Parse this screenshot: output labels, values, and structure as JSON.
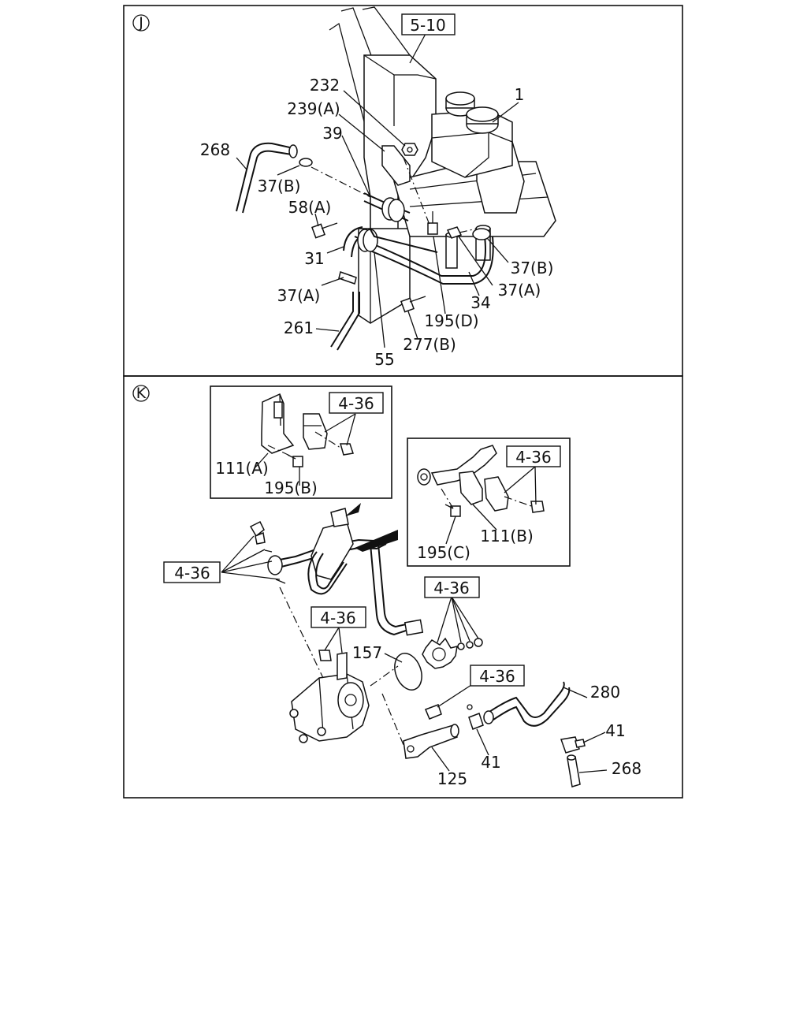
{
  "panels": {
    "j": {
      "marker": "J"
    },
    "k": {
      "marker": "K"
    }
  },
  "refs": {
    "j_5_10": "5-10",
    "k_4_36_a": "4-36",
    "k_4_36_b": "4-36",
    "k_4_36_c": "4-36",
    "k_4_36_d": "4-36",
    "k_4_36_e": "4-36",
    "k_4_36_f": "4-36"
  },
  "labels": {
    "j_232": "232",
    "j_239a": "239(A)",
    "j_39": "39",
    "j_1": "1",
    "j_268": "268",
    "j_37b_left": "37(B)",
    "j_58a": "58(A)",
    "j_31": "31",
    "j_37a_left": "37(A)",
    "j_261": "261",
    "j_55": "55",
    "j_277b": "277(B)",
    "j_195d": "195(D)",
    "j_34": "34",
    "j_37a_right": "37(A)",
    "j_37b_right": "37(B)",
    "k_111a": "111(A)",
    "k_195b": "195(B)",
    "k_195c": "195(C)",
    "k_111b": "111(B)",
    "k_157": "157",
    "k_125": "125",
    "k_41_a": "41",
    "k_280": "280",
    "k_41_b": "41",
    "k_268": "268"
  }
}
